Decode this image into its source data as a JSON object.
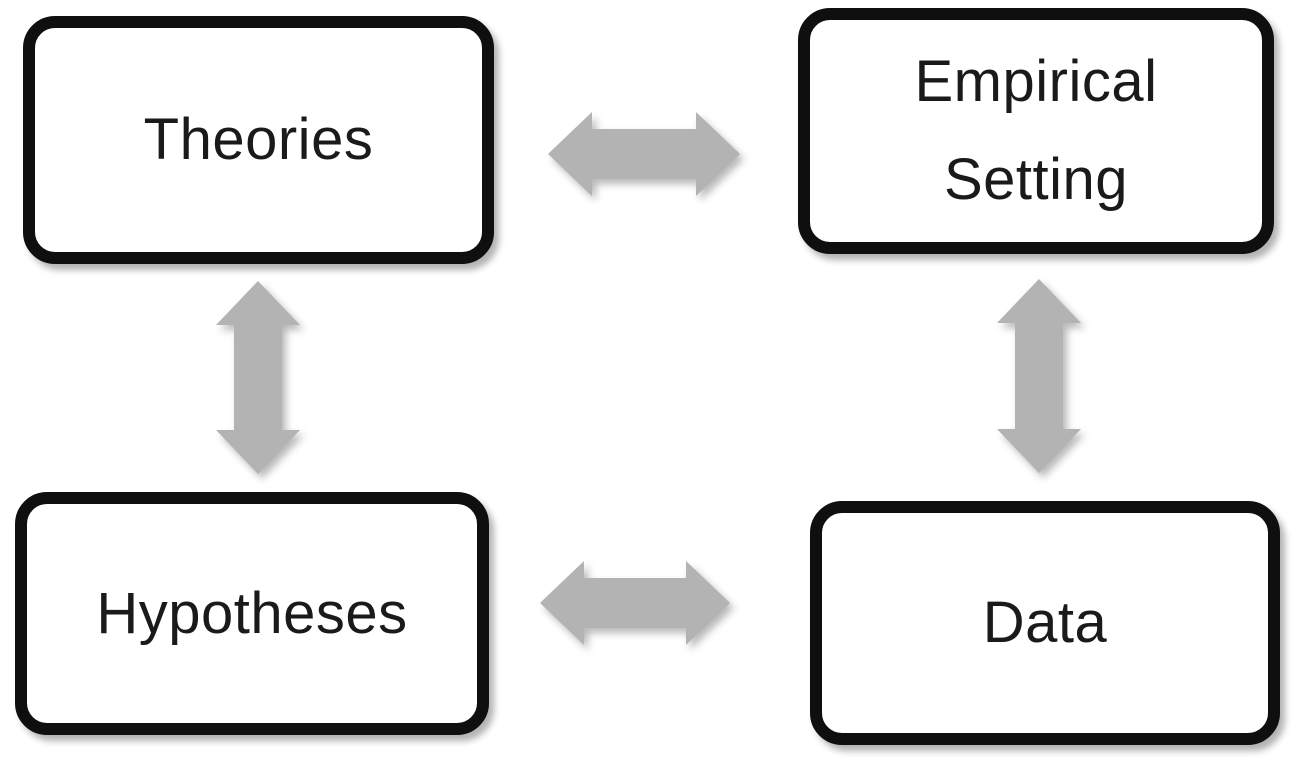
{
  "diagram": {
    "type": "concept-diagram",
    "background_color": "#ffffff",
    "node_fill_color": "#ffffff",
    "node_border_color": "#0f0f0f",
    "node_text_color": "#1a1a1a",
    "arrow_color": "#b3b3b3",
    "nodes": [
      {
        "id": "theories",
        "label": "Theories"
      },
      {
        "id": "empirical-setting",
        "label": "Empirical Setting",
        "line1": "Empirical",
        "line2": "Setting"
      },
      {
        "id": "hypotheses",
        "label": "Hypotheses"
      },
      {
        "id": "data",
        "label": "Data"
      }
    ],
    "connections": [
      {
        "from": "Theories",
        "to": "Empirical Setting",
        "style": "double-headed-arrow",
        "orientation": "horizontal"
      },
      {
        "from": "Theories",
        "to": "Hypotheses",
        "style": "double-headed-arrow",
        "orientation": "vertical"
      },
      {
        "from": "Empirical Setting",
        "to": "Data",
        "style": "double-headed-arrow",
        "orientation": "vertical"
      },
      {
        "from": "Hypotheses",
        "to": "Data",
        "style": "double-headed-arrow",
        "orientation": "horizontal"
      }
    ]
  }
}
